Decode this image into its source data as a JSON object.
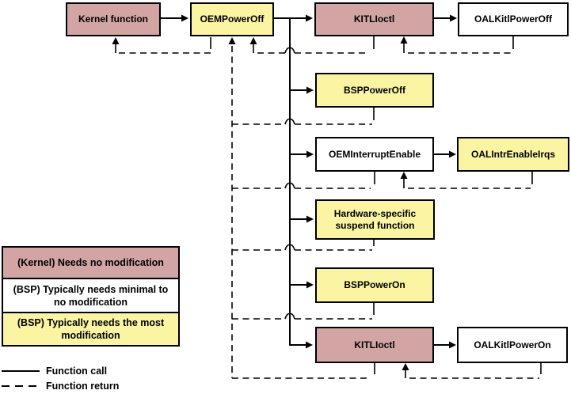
{
  "boxes": {
    "kernel_function": "Kernel function",
    "oem_power_off": "OEMPowerOff",
    "kitl_ioctl_top": "KITLIoctl",
    "oal_kitl_power_off": "OALKitlPowerOff",
    "bsp_power_off": "BSPPowerOff",
    "oem_interrupt_enable": "OEMInterruptEnable",
    "oal_intr_enable_irqs": "OALIntrEnableIrqs",
    "hw_suspend_line1": "Hardware-specific",
    "hw_suspend_line2": "suspend function",
    "bsp_power_on": "BSPPowerOn",
    "kitl_ioctl_bottom": "KITLIoctl",
    "oal_kitl_power_on": "OALKitlPowerOn"
  },
  "legend": {
    "kernel": "(Kernel) Needs no modification",
    "bsp_minimal": "(BSP) Typically needs minimal to no modification",
    "bsp_most": "(BSP) Typically needs the most modification",
    "function_call": "Function call",
    "function_return": "Function return"
  },
  "colors": {
    "kernel_box": "#d2a4a4",
    "bsp_minimal_box": "#ffffff",
    "bsp_most_box": "#faf4a3",
    "line": "#000000"
  }
}
